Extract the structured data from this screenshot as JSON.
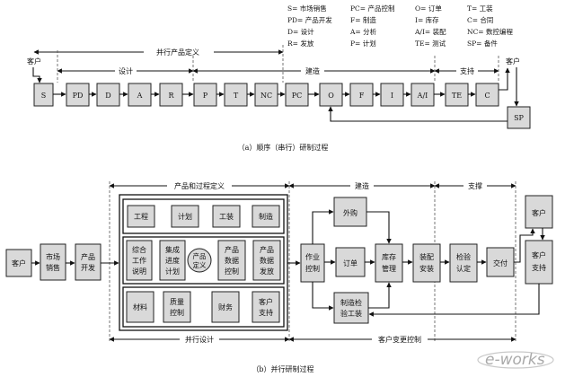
{
  "legend": [
    [
      "S= 市场销售",
      "PC= 产品控制",
      "O= 订单",
      "T= 工装"
    ],
    [
      "PD= 产品开发",
      "F= 制造",
      "I= 库存",
      "C= 合同"
    ],
    [
      "D= 设计",
      "A= 分析",
      "A/I= 装配",
      "NC= 数控编程"
    ],
    [
      "R= 发放",
      "P= 计划",
      "TE= 测试",
      "SP= 备件"
    ]
  ],
  "part_a": {
    "parallel_def": "并行产品定义",
    "customer_left": "客户",
    "customer_right": "客户",
    "phase_design": "设计",
    "phase_build": "建造",
    "phase_support": "支持",
    "boxes": [
      "S",
      "PD",
      "D",
      "A",
      "R",
      "P",
      "T",
      "NC",
      "PC",
      "O",
      "F",
      "I",
      "A/I",
      "TE",
      "C"
    ],
    "spare": "SP",
    "caption": "（a）顺序（串行）研制过程"
  },
  "part_b": {
    "phase_def": "产品和过程定义",
    "phase_build": "建造",
    "phase_support": "支撑",
    "customer": "客户",
    "market": [
      "市场",
      "销售"
    ],
    "product_dev": [
      "产品",
      "开发"
    ],
    "row1": [
      "工程",
      "计划",
      "工装",
      "制造"
    ],
    "integrated": [
      "综合",
      "工作",
      "说明"
    ],
    "schedule": [
      "集成",
      "进度",
      "计划"
    ],
    "product_definition": [
      "产品",
      "定义"
    ],
    "data_control": [
      "产品",
      "数据",
      "控制"
    ],
    "data_release": [
      "产品",
      "数据",
      "发放"
    ],
    "materials": "材料",
    "quality": [
      "质量",
      "控制"
    ],
    "finance": "财务",
    "cust_support_inner": [
      "客户",
      "支持"
    ],
    "job_control": [
      "作业",
      "控制"
    ],
    "purchase": "外购",
    "order": "订单",
    "inventory": [
      "库存",
      "管理"
    ],
    "mfg_inspection": [
      "制造检",
      "验工装"
    ],
    "assembly": [
      "装配",
      "安装"
    ],
    "test": [
      "检验",
      "认定"
    ],
    "delivery": "交付",
    "customer_right": "客户",
    "cust_support_right": [
      "客户",
      "支持"
    ],
    "bottom_left": "并行设计",
    "bottom_right": "客户变更控制",
    "caption": "（b）并行研制过程"
  },
  "watermark": "e-works"
}
